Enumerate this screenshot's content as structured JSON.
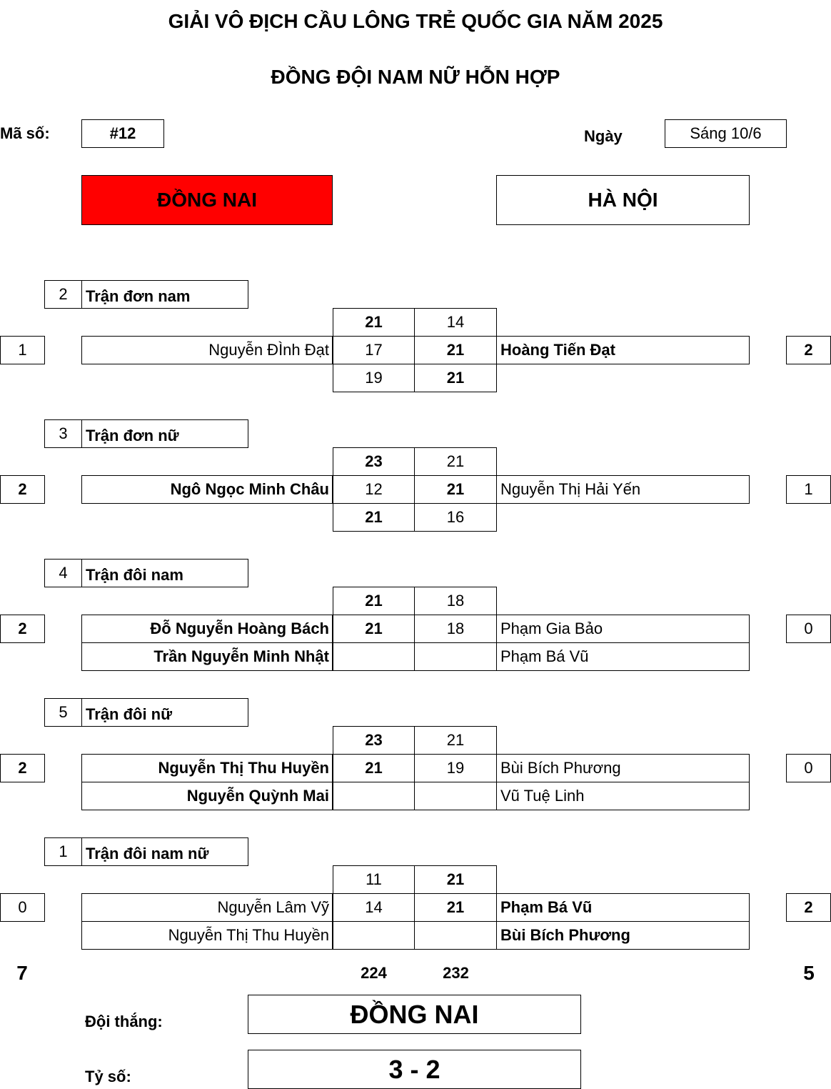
{
  "header": {
    "title": "GIẢI VÔ ĐỊCH CẦU LÔNG TRẺ QUỐC GIA NĂM 2025",
    "subtitle": "ĐỒNG ĐỘI NAM NỮ HỖN HỢP",
    "code_label": "Mã số:",
    "code_value": "#12",
    "date_label": "Ngày",
    "date_value": "Sáng 10/6"
  },
  "teams": {
    "left": "ĐỒNG NAI",
    "right": "HÀ NỘI",
    "left_color": "#ff0000"
  },
  "matches": [
    {
      "order": "2",
      "type": "Trận đơn nam",
      "left_sets": "1",
      "right_sets": "2",
      "left_players": [
        "Nguyễn ĐÌnh Đạt"
      ],
      "right_players": [
        "Hoàng Tiến Đạt"
      ],
      "scores_left": [
        "21",
        "17",
        "19"
      ],
      "scores_right": [
        "14",
        "21",
        "21"
      ]
    },
    {
      "order": "3",
      "type": "Trận đơn nữ",
      "left_sets": "2",
      "right_sets": "1",
      "left_players": [
        "Ngô Ngọc Minh Châu"
      ],
      "right_players": [
        "Nguyễn Thị Hải Yến"
      ],
      "scores_left": [
        "23",
        "12",
        "21"
      ],
      "scores_right": [
        "21",
        "21",
        "16"
      ]
    },
    {
      "order": "4",
      "type": "Trận đôi nam",
      "left_sets": "2",
      "right_sets": "0",
      "left_players": [
        "Đỗ Nguyễn Hoàng Bách",
        "Trần Nguyễn Minh Nhật"
      ],
      "right_players": [
        "Phạm Gia Bảo",
        "Phạm Bá Vũ"
      ],
      "scores_left": [
        "21",
        "21",
        ""
      ],
      "scores_right": [
        "18",
        "18",
        ""
      ]
    },
    {
      "order": "5",
      "type": "Trận đôi nữ",
      "left_sets": "2",
      "right_sets": "0",
      "left_players": [
        "Nguyễn Thị Thu Huyền",
        "Nguyễn Quỳnh Mai"
      ],
      "right_players": [
        "Bùi Bích Phương",
        "Vũ Tuệ Linh"
      ],
      "scores_left": [
        "23",
        "21",
        ""
      ],
      "scores_right": [
        "21",
        "19",
        ""
      ]
    },
    {
      "order": "1",
      "type": "Trận đôi nam nữ",
      "left_sets": "0",
      "right_sets": "2",
      "left_players": [
        "Nguyễn Lâm Vỹ",
        "Nguyễn Thị Thu Huyền"
      ],
      "right_players": [
        "Phạm Bá Vũ",
        "Bùi Bích Phương"
      ],
      "scores_left": [
        "11",
        "14",
        ""
      ],
      "scores_right": [
        "21",
        "21",
        ""
      ]
    }
  ],
  "totals": {
    "left_sets": "7",
    "left_points": "224",
    "right_points": "232",
    "right_sets": "5"
  },
  "result": {
    "winner_label": "Đội thắng:",
    "winner_value": "ĐỒNG NAI",
    "score_label": "Tỷ số:",
    "score_value": "3 - 2"
  }
}
